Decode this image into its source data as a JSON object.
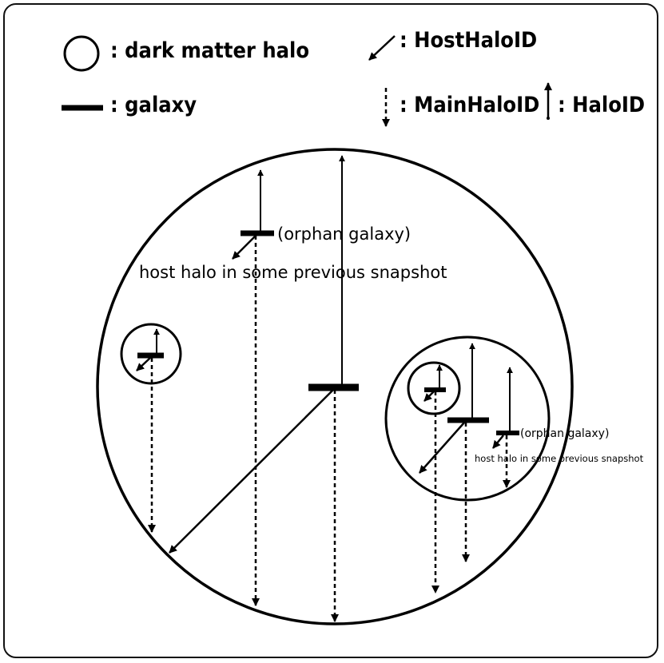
{
  "legend": {
    "halo": ": dark matter halo",
    "galaxy": ": galaxy",
    "host_halo_id": ": HostHaloID",
    "main_halo_id": ": MainHaloID",
    "halo_id": ": HaloID"
  },
  "annotations": {
    "orphan_big": "(orphan galaxy)",
    "host_prev_big": "host halo in some previous snapshot",
    "orphan_small": "(orphan galaxy)",
    "host_prev_small": "host halo in some previous snapshot"
  }
}
